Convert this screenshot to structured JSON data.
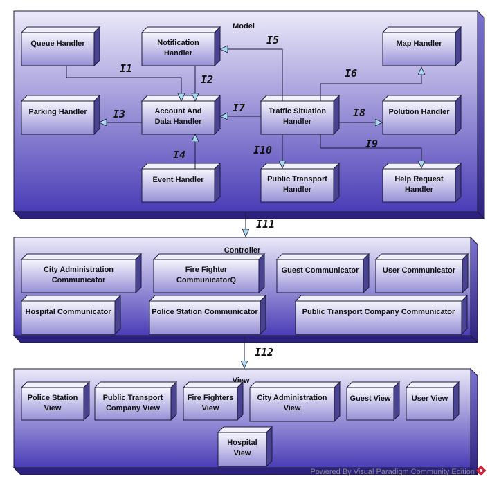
{
  "packages": {
    "model": {
      "title": "Model"
    },
    "controller": {
      "title": "Controller"
    },
    "view": {
      "title": "View"
    }
  },
  "model_nodes": {
    "queue": [
      "Queue Handler"
    ],
    "notification": [
      "Notification",
      "Handler"
    ],
    "map": [
      "Map Handler"
    ],
    "parking": [
      "Parking Handler"
    ],
    "account": [
      "Account And",
      "Data Handler"
    ],
    "traffic": [
      "Traffic Situation",
      "Handler"
    ],
    "polution": [
      "Polution Handler"
    ],
    "event": [
      "Event Handler"
    ],
    "public_transport": [
      "Public Transport",
      "Handler"
    ],
    "help": [
      "Help Request",
      "Handler"
    ]
  },
  "controller_nodes": {
    "city_admin": [
      "City Administration",
      "Communicator"
    ],
    "fire_fighter": [
      "Fire Fighter",
      "CommunicatorQ"
    ],
    "guest": [
      "Guest Communicator"
    ],
    "user": [
      "User Communicator"
    ],
    "hospital": [
      "Hospital Communicator"
    ],
    "police": [
      "Police Station Communicator"
    ],
    "ptc": [
      "Public Transport Company Communicator"
    ]
  },
  "view_nodes": {
    "police": [
      "Police Station",
      "View"
    ],
    "ptc": [
      "Public Transport",
      "Company View"
    ],
    "fire": [
      "Fire Fighters",
      "View"
    ],
    "city_admin": [
      "City Administration",
      "View"
    ],
    "guest": [
      "Guest View"
    ],
    "user": [
      "User View"
    ],
    "hospital": [
      "Hospital",
      "View"
    ]
  },
  "interfaces": {
    "I1": "I1",
    "I2": "I2",
    "I3": "I3",
    "I4": "I4",
    "I5": "I5",
    "I6": "I6",
    "I7": "I7",
    "I8": "I8",
    "I9": "I9",
    "I10": "I10",
    "I11": "I11",
    "I12": "I12"
  },
  "footer": "Powered By  Visual Paradigm Community Edition",
  "colors": {
    "pkg_top": "#e9e6f8",
    "pkg_bottom": "#4b3db8",
    "node_top": "#f4f4fc",
    "node_bottom": "#9a93d8",
    "stroke": "#1b1b3a",
    "arrow_fill": "#a8d8ee"
  }
}
